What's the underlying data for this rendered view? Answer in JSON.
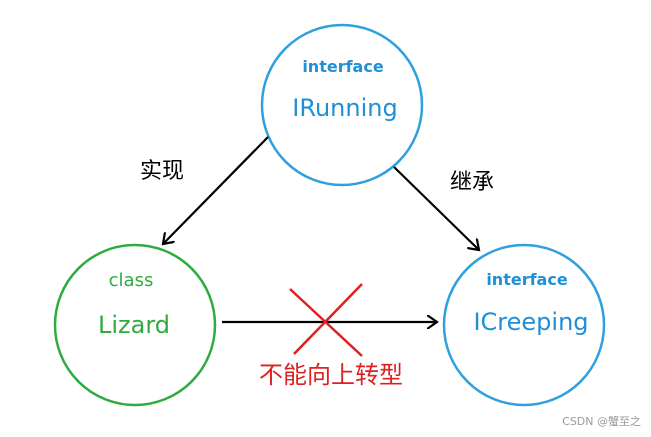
{
  "nodes": {
    "irunning": {
      "kind": "interface",
      "name": "IRunning",
      "color": "#2ea0dd",
      "label_color": "#1f8fd6"
    },
    "lizard": {
      "kind": "class",
      "name": "Lizard",
      "color": "#2fab3f",
      "label_color": "#2fab3f"
    },
    "icreeping": {
      "kind": "interface",
      "name": "ICreeping",
      "color": "#2ea0dd",
      "label_color": "#1f8fd6"
    }
  },
  "edges": {
    "implements": {
      "label": "实现"
    },
    "inherits": {
      "label": "继承"
    },
    "upcast": {
      "label": "不能向上转型",
      "color": "#e02020"
    }
  },
  "watermark": "CSDN @蟹至之"
}
